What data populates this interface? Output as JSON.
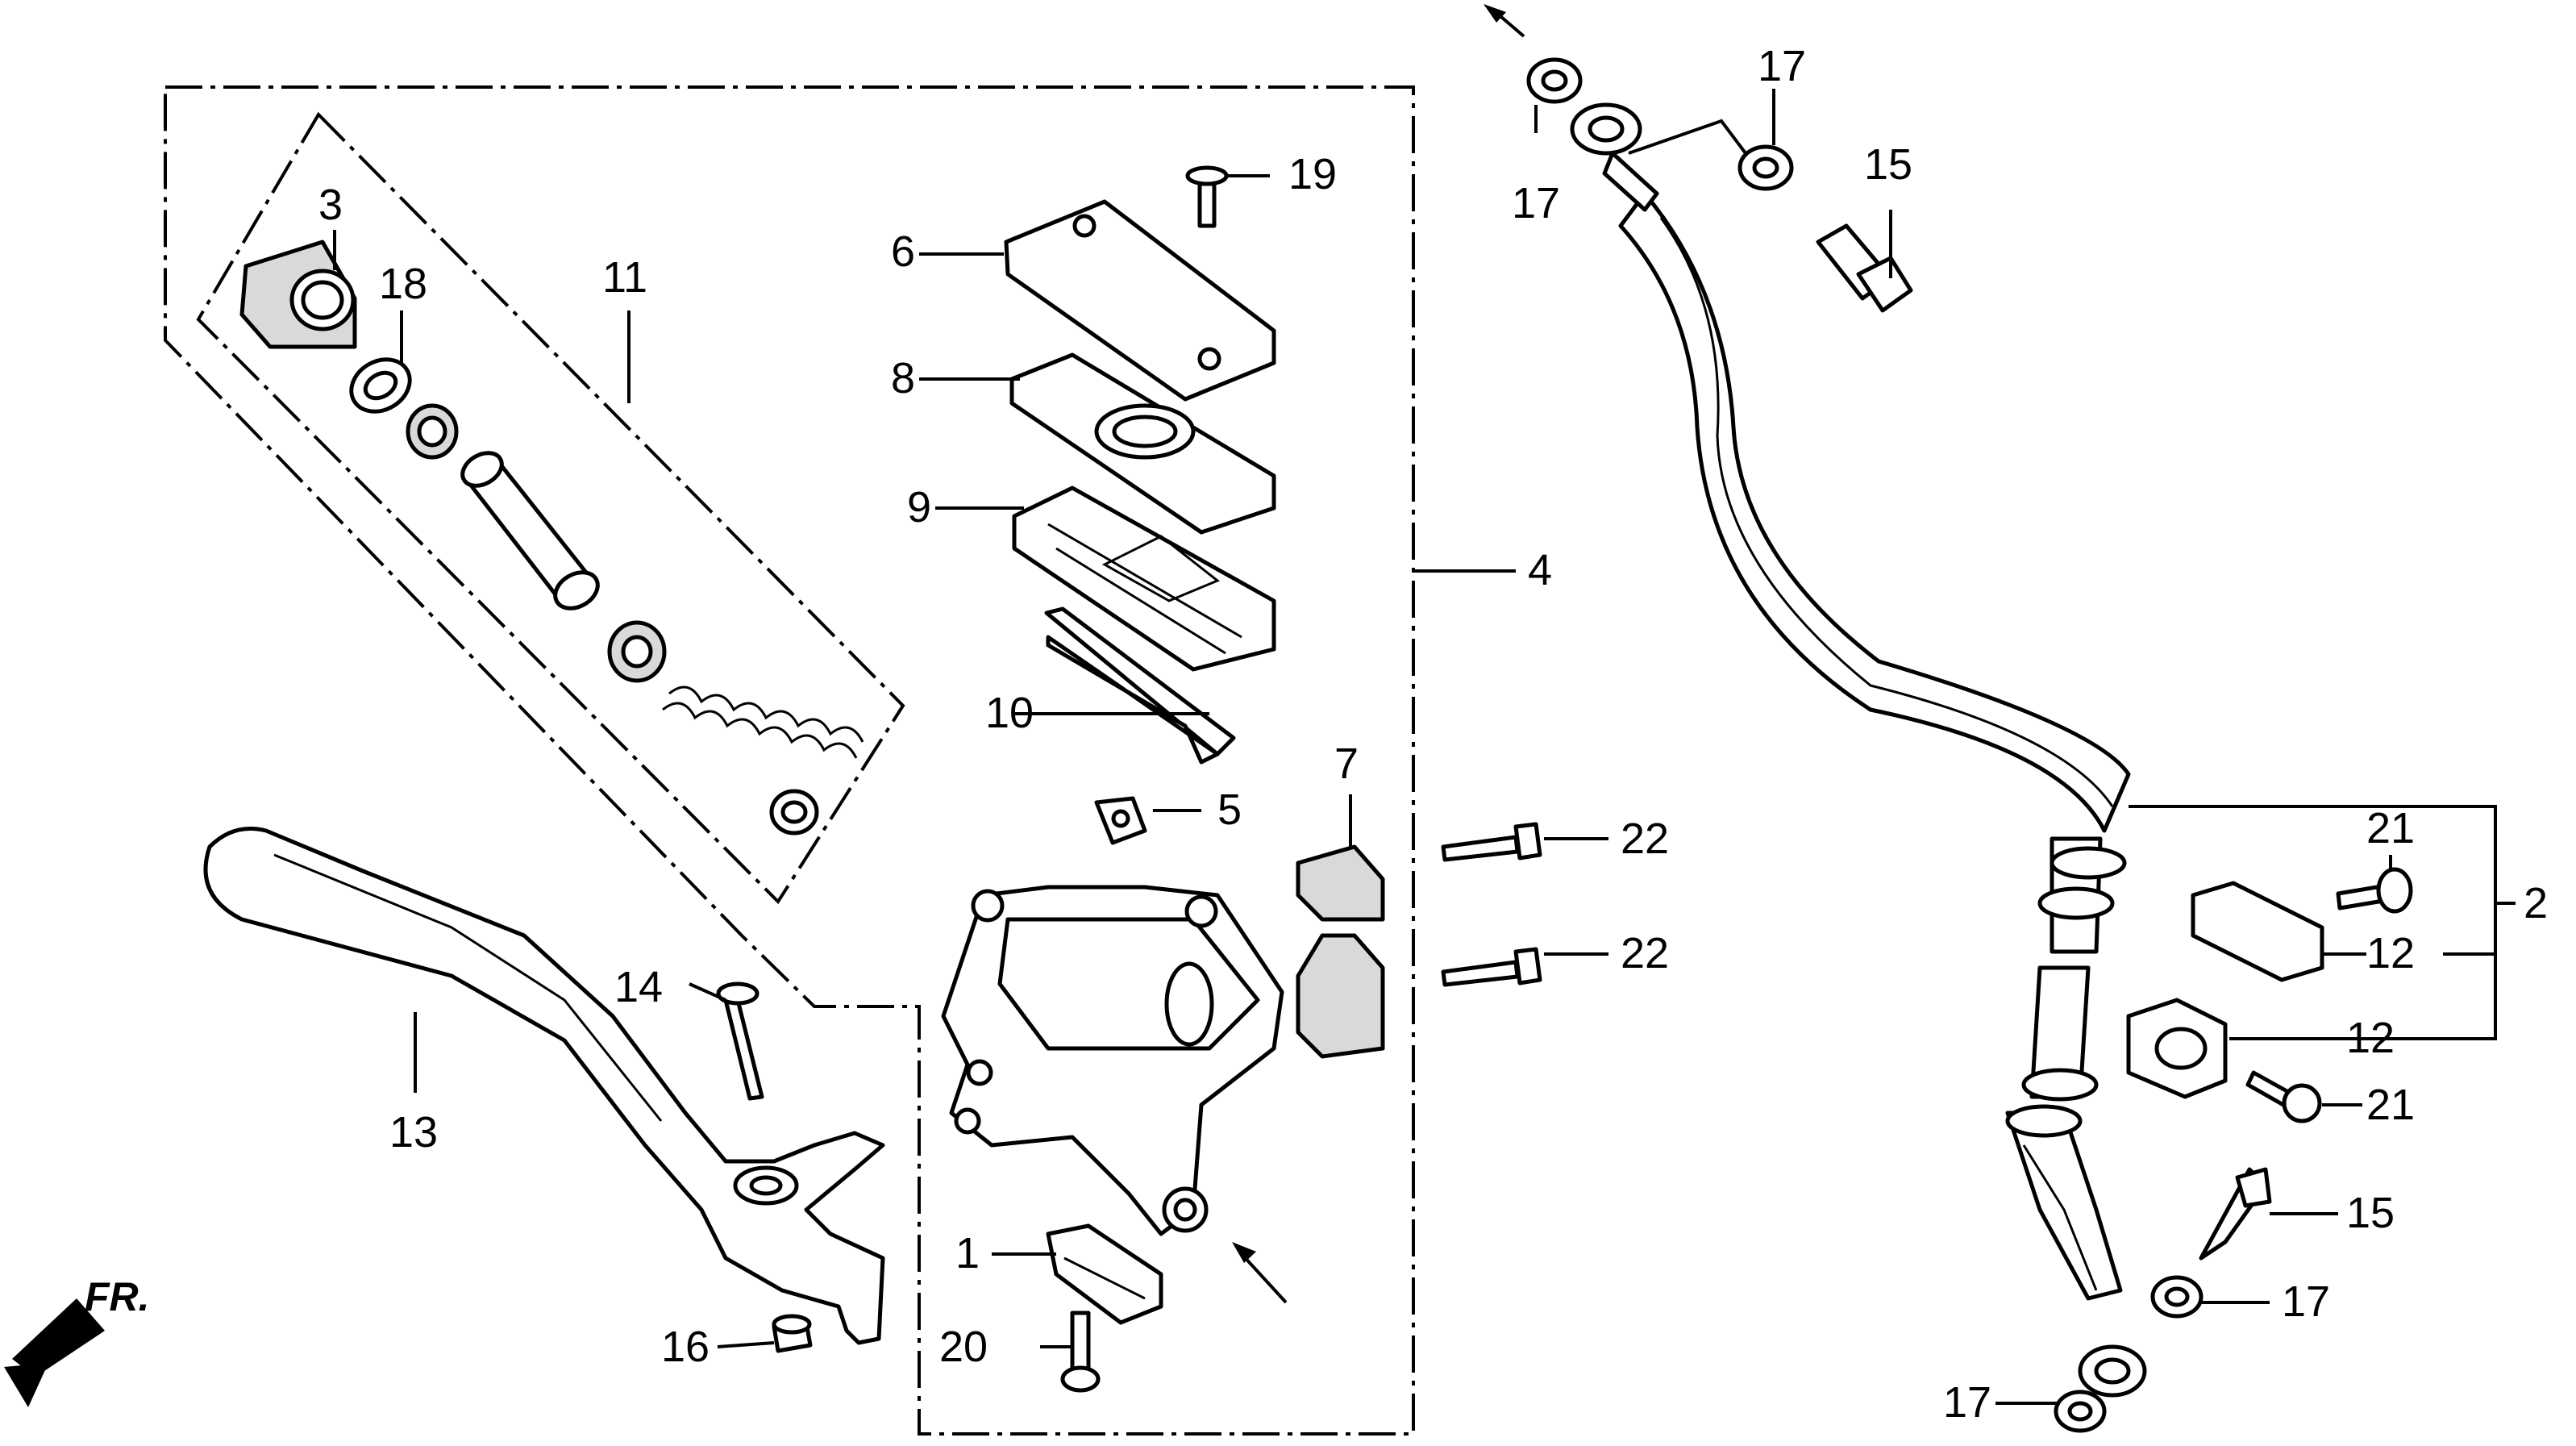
{
  "labels": {
    "l1": "1",
    "l2": "2",
    "l3": "3",
    "l4": "4",
    "l5": "5",
    "l6": "6",
    "l7": "7",
    "l8": "8",
    "l9": "9",
    "l10": "10",
    "l11": "11",
    "l12a": "12",
    "l12b": "12",
    "l13": "13",
    "l14": "14",
    "l15a": "15",
    "l15b": "15",
    "l16": "16",
    "l17a": "17",
    "l17b": "17",
    "l17c": "17",
    "l17d": "17",
    "l18": "18",
    "l19": "19",
    "l20": "20",
    "l21a": "21",
    "l21b": "21",
    "l22a": "22",
    "l22b": "22"
  },
  "front_marker": "FR."
}
